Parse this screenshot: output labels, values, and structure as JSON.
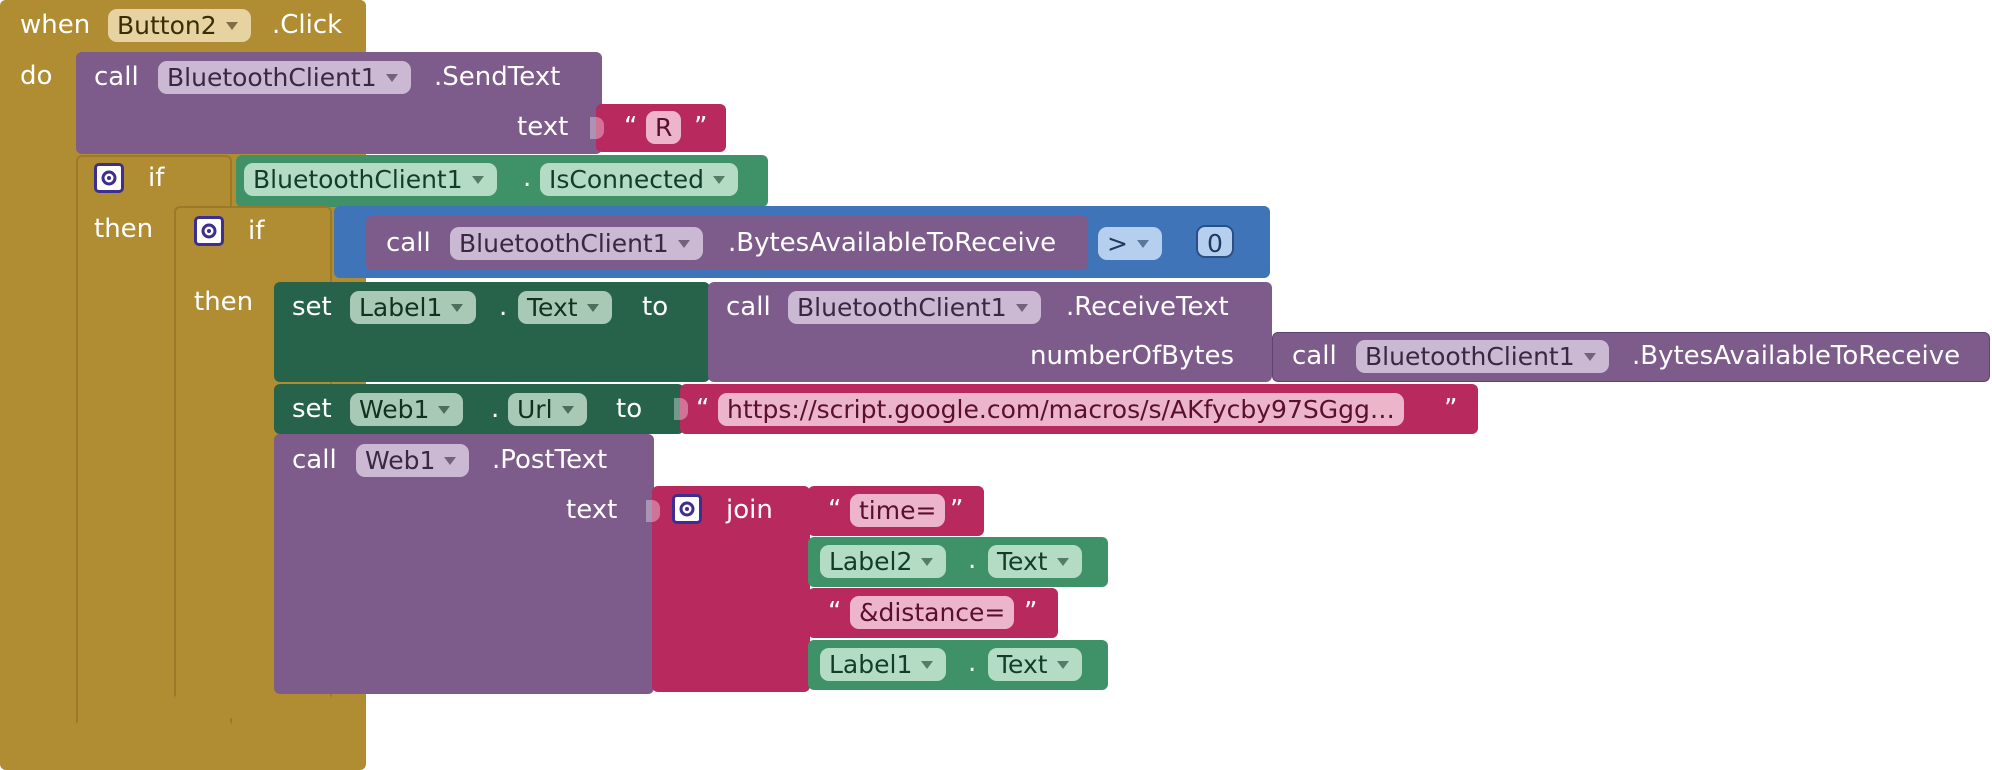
{
  "event": {
    "when": "when",
    "component": "Button2",
    "event_name": ".Click",
    "do": "do"
  },
  "send_text": {
    "call": "call",
    "component": "BluetoothClient1",
    "method": ".SendText",
    "text_label": "text",
    "text_value": "R"
  },
  "outer_if": {
    "if": "if",
    "then": "then",
    "component": "BluetoothClient1",
    "dot": ".",
    "property": "IsConnected"
  },
  "inner_if": {
    "if": "if",
    "then": "then",
    "call": "call",
    "component": "BluetoothClient1",
    "method": ".BytesAvailableToReceive",
    "operator": ">",
    "number": "0"
  },
  "set_label": {
    "set": "set",
    "component": "Label1",
    "dot": ".",
    "property": "Text",
    "to": "to",
    "call": "call",
    "call_component": "BluetoothClient1",
    "method": ".ReceiveText",
    "arg_label": "numberOfBytes",
    "arg_call": "call",
    "arg_component": "BluetoothClient1",
    "arg_method": ".BytesAvailableToReceive"
  },
  "set_url": {
    "set": "set",
    "component": "Web1",
    "dot": ".",
    "property": "Url",
    "to": "to",
    "url_value": "https://script.google.com/macros/s/AKfycby97SGgg…"
  },
  "post_text": {
    "call": "call",
    "component": "Web1",
    "method": ".PostText",
    "text_label": "text",
    "join": "join",
    "item1": "time=",
    "item2_component": "Label2",
    "item2_dot": ".",
    "item2_property": "Text",
    "item3": "&distance=",
    "item4_component": "Label1",
    "item4_dot": ".",
    "item4_property": "Text"
  },
  "glyphs": {
    "open_quote": "“",
    "close_quote": "”"
  },
  "colors": {
    "event": "#b08d32",
    "procedure": "#7d5b8a",
    "control": "#b08d32",
    "math": "#3f74b9",
    "setter": "#27634a",
    "text": "#b8295e",
    "component": "#3f9267",
    "mutator": "#3d2f90"
  },
  "icons": [
    "gear-icon",
    "dropdown-caret-icon"
  ]
}
